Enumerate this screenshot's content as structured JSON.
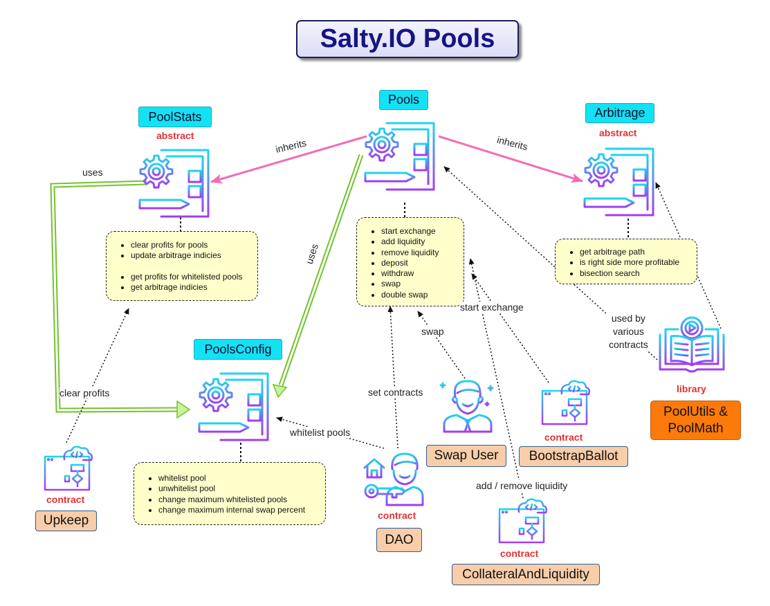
{
  "title": "Salty.IO Pools",
  "nodes": {
    "pools": {
      "label": "Pools"
    },
    "poolstats": {
      "label": "PoolStats",
      "tag": "abstract"
    },
    "arbitrage": {
      "label": "Arbitrage",
      "tag": "abstract"
    },
    "poolsconfig": {
      "label": "PoolsConfig"
    },
    "poolutils": {
      "label": "PoolUtils &\nPoolMath",
      "tag": "library"
    },
    "upkeep": {
      "label": "Upkeep",
      "tag": "contract"
    },
    "dao": {
      "label": "DAO",
      "tag": "contract"
    },
    "swap_user": {
      "label": "Swap User"
    },
    "bootstrap_ballot": {
      "label": "BootstrapBallot",
      "tag": "contract"
    },
    "collateral": {
      "label": "CollateralAndLiquidity",
      "tag": "contract"
    }
  },
  "notes": {
    "poolstats": [
      "clear profits for pools",
      "update arbitrage indicies",
      "get profits for whitelisted pools",
      "get arbitrage indicies"
    ],
    "pools": [
      "start exchange",
      "add liquidity",
      "remove liquidity",
      "deposit",
      "withdraw",
      "swap",
      "double swap"
    ],
    "arbitrage": [
      "get arbitrage path",
      "is right side more profitable",
      "bisection search"
    ],
    "poolsconfig": [
      "whitelist pool",
      "unwhitelist pool",
      "change maximum whitelisted pools",
      "change maximum internal swap percent"
    ]
  },
  "edges": {
    "inherits_left": "inherits",
    "inherits_right": "inherits",
    "uses_left": "uses",
    "uses_center": "uses",
    "clear_profits": "clear profits",
    "whitelist_pools": "whitelist pools",
    "set_contracts": "set contracts",
    "swap": "swap",
    "start_exchange": "start exchange",
    "add_remove_liquidity": "add / remove liquidity",
    "used_by": "used by\nvarious\ncontracts"
  },
  "colors": {
    "title_text": "#151582",
    "node_cyan": "#12e2f4",
    "node_peach": "#f8cda9",
    "node_orange": "#fb7a09",
    "note_fill": "#ffffcc",
    "inherits_arrow": "#f46ab4",
    "uses_arrow": "#72c22a",
    "tag_red": "#e23030",
    "icon_gradient_top": "#1fd4ef",
    "icon_gradient_bottom": "#a33bf2"
  },
  "icons": {
    "pools": "gear-document-icon",
    "poolstats": "gear-document-icon",
    "arbitrage": "gear-document-icon",
    "poolsconfig": "gear-document-icon",
    "poolutils": "open-book-play-icon",
    "upkeep": "cloud-code-flowchart-icon",
    "bootstrap_ballot": "cloud-code-flowchart-icon",
    "collateral": "cloud-code-flowchart-icon",
    "swap_user": "person-tie-icon",
    "dao": "person-house-key-icon"
  }
}
